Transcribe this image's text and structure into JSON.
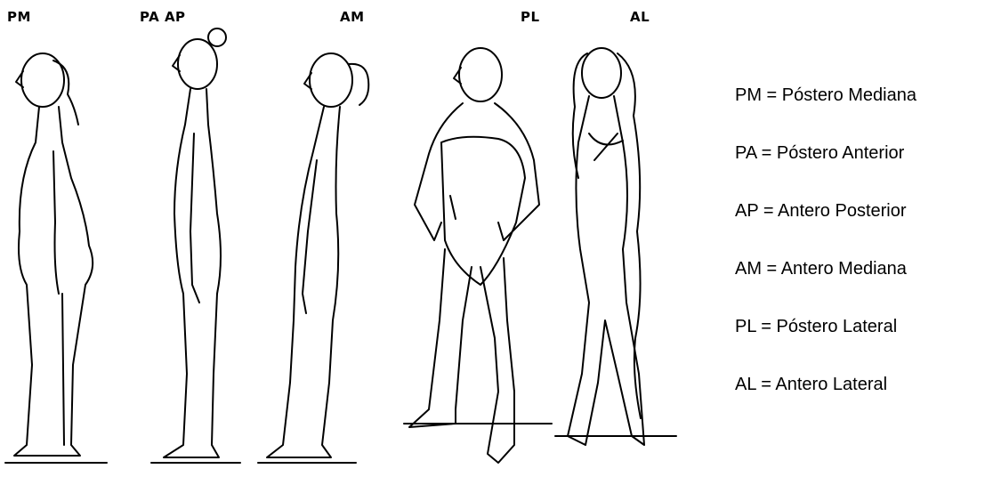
{
  "figure_labels": {
    "pm": "PM",
    "pa_ap": "PA AP",
    "am": "AM",
    "pl": "PL",
    "al": "AL"
  },
  "legend": [
    "PM = Póstero Mediana",
    "PA = Póstero Anterior",
    "AP = Antero Posterior",
    "AM = Antero Mediana",
    "PL = Póstero Lateral",
    "AL = Antero Lateral"
  ]
}
